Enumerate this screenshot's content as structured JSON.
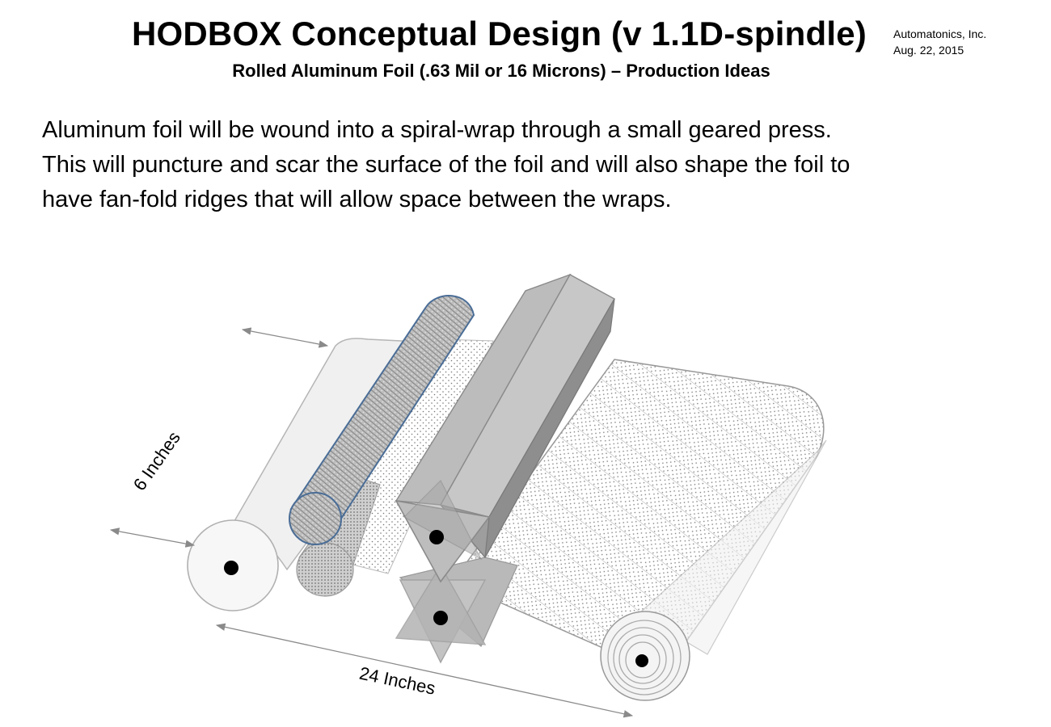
{
  "header": {
    "title": "HODBOX Conceptual Design (v 1.1D-spindle)",
    "subtitle": "Rolled Aluminum Foil (.63 Mil or 16 Microns) – Production Ideas",
    "company": "Automatonics, Inc.",
    "date": "Aug. 22, 2015"
  },
  "intro": {
    "lines": [
      "Aluminum foil will be wound into a spiral-wrap through a small geared press.",
      "This will puncture and scar the surface of the foil and will also shape the foil to",
      "have fan-fold ridges that will allow space between the wraps."
    ]
  },
  "diagram": {
    "width_label": "6 Inches",
    "length_label": "24 Inches"
  }
}
